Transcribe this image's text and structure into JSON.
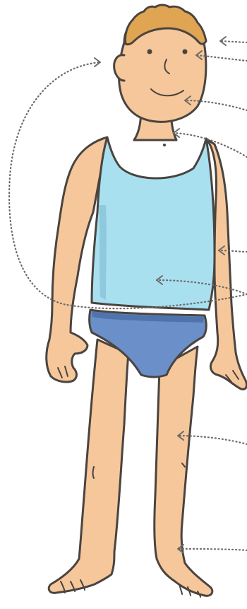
{
  "diagram": {
    "colors": {
      "skin": "#f5c79a",
      "skin_shadow": "#e9b485",
      "hair": "#e0a552",
      "vest": "#a8e0f0",
      "vest_shadow": "#8fc9dd",
      "briefs": "#6a8fc9",
      "briefs_band": "#4f74ad",
      "outline": "#4a4440",
      "pointer": "#6e6a67"
    },
    "figure": "standing-boy-in-vest-and-briefs",
    "pointers": [
      {
        "name": "pointer-hair"
      },
      {
        "name": "pointer-eye"
      },
      {
        "name": "pointer-mouth"
      },
      {
        "name": "pointer-neck"
      },
      {
        "name": "pointer-arm"
      },
      {
        "name": "pointer-tummy"
      },
      {
        "name": "pointer-back-to-head"
      },
      {
        "name": "pointer-leg"
      },
      {
        "name": "pointer-ankle"
      }
    ]
  }
}
